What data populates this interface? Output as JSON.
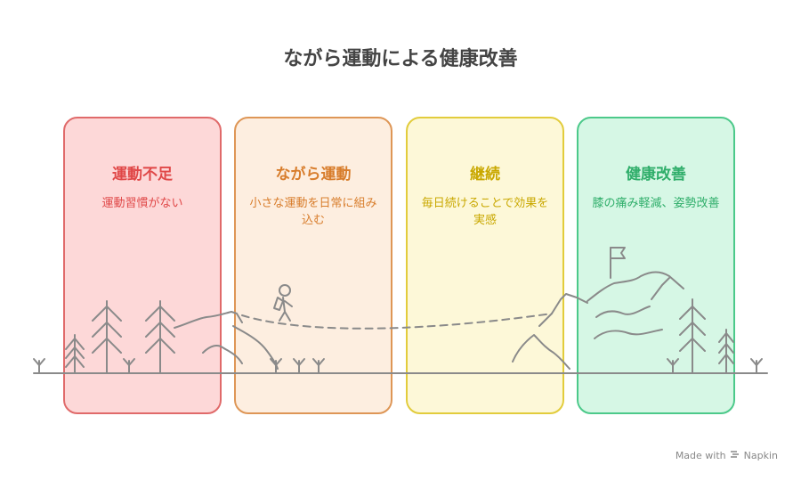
{
  "title": "ながら運動による健康改善",
  "stages": [
    {
      "heading": "運動不足",
      "description": "運動習慣がない",
      "color": "#e04848"
    },
    {
      "heading": "ながら運動",
      "description": "小さな運動を日常に組み込む",
      "color": "#d87d2c"
    },
    {
      "heading": "継続",
      "description": "毎日続けることで効果を実感",
      "color": "#c9a800"
    },
    {
      "heading": "健康改善",
      "description": "膝の痛み軽減、姿勢改善",
      "color": "#2fae6a"
    }
  ],
  "footer": {
    "made_with": "Made with",
    "brand": "Napkin"
  }
}
